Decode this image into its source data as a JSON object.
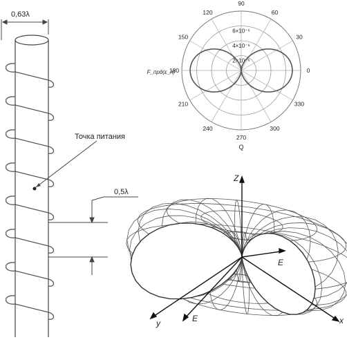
{
  "helix": {
    "diameter_label": "0,63λ",
    "pitch_label": "0,5λ",
    "feed_label": "Точка питания"
  },
  "polar": {
    "angles": [
      "90",
      "60",
      "30",
      "0",
      "330",
      "300",
      "270",
      "240",
      "210",
      "180",
      "150",
      "120"
    ],
    "radial_labels": [
      "6×10⁻⁶",
      "4×10⁻⁶",
      "2×10⁻⁶"
    ],
    "y_label": "F_прд(ε_л)",
    "x_label": "Q"
  },
  "pattern3d": {
    "axis_z": "Z",
    "axis_x": "x",
    "axis_y": "y",
    "e_label_1": "E",
    "e_label_2": "E"
  }
}
